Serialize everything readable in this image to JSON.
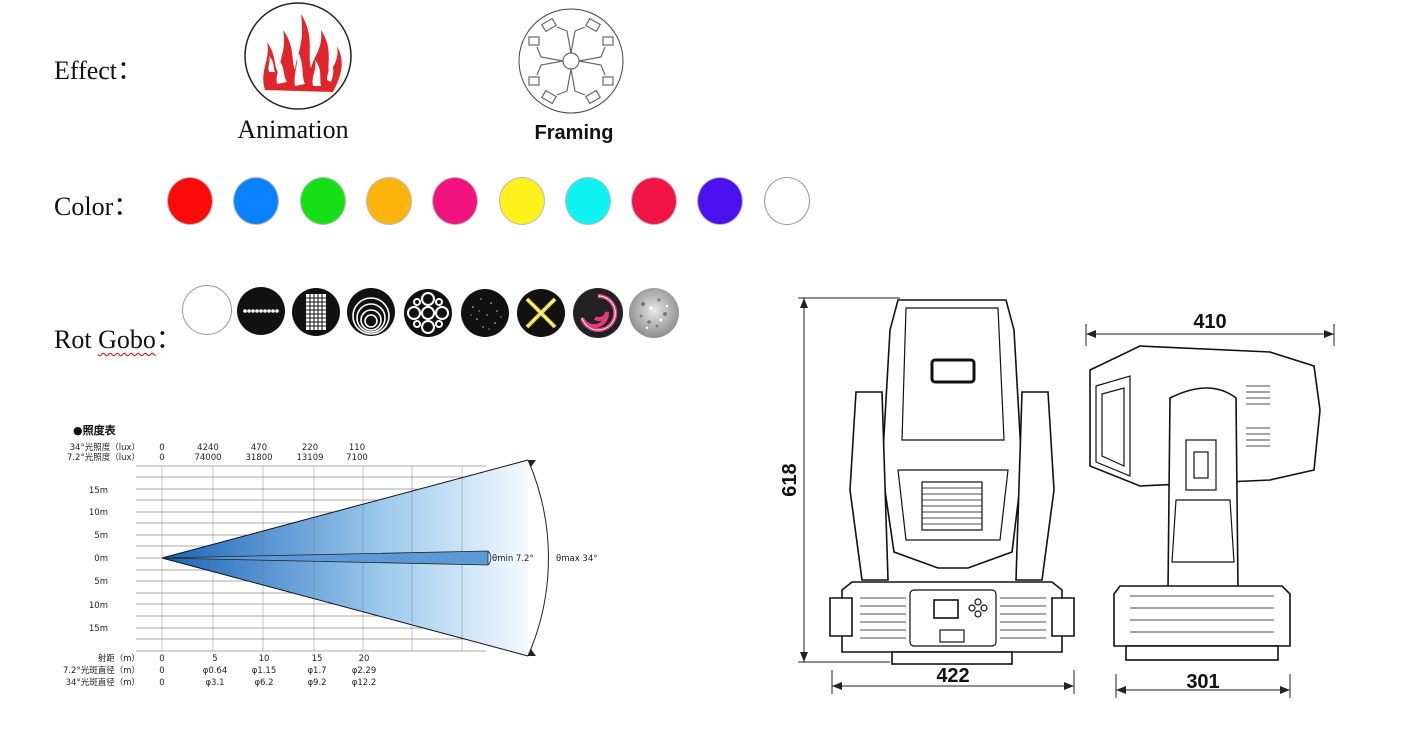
{
  "effect": {
    "label": "Effect：",
    "items": [
      {
        "name": "Animation"
      },
      {
        "name": "Framing"
      }
    ]
  },
  "color": {
    "label": "Color：",
    "swatches": [
      "#ff0a0a",
      "#0a82ff",
      "#18e018",
      "#ffb30f",
      "#f0127e",
      "#fff21c",
      "#0ef2f2",
      "#f21447",
      "#4a10ee",
      "#ffffff"
    ]
  },
  "gobo": {
    "label_part1": "Rot ",
    "label_part2": "Gobo",
    "label_part3": "：",
    "items": [
      "open",
      "dots-line",
      "grid",
      "concentric",
      "circles",
      "stars",
      "cross",
      "spiral",
      "texture"
    ]
  },
  "beam_chart": {
    "title": "●照度表",
    "rows_top": [
      {
        "label": "34°光照度（lux）",
        "values": [
          "0",
          "4240",
          "470",
          "220",
          "110"
        ]
      },
      {
        "label": "7.2°光照度（lux）",
        "values": [
          "0",
          "74000",
          "31800",
          "13109",
          "7100"
        ]
      }
    ],
    "y_labels": [
      "15m",
      "10m",
      "5m",
      "0m",
      "5m",
      "10m",
      "15m"
    ],
    "rows_bottom": [
      {
        "label": "射距（m）",
        "values": [
          "0",
          "5",
          "10",
          "15",
          "20"
        ]
      },
      {
        "label": "7.2°光斑直径（m）",
        "values": [
          "0",
          "φ0.64",
          "φ1.15",
          "φ1.7",
          "φ2.29"
        ]
      },
      {
        "label": "34°光斑直径（m）",
        "values": [
          "0",
          "φ3.1",
          "φ6.2",
          "φ9.2",
          "φ12.2"
        ]
      }
    ],
    "theta_min": "θmin 7.2°",
    "theta_max": "θmax 34°"
  },
  "dimensions": {
    "height": "618",
    "front_width": "422",
    "side_top": "410",
    "side_base": "301"
  }
}
